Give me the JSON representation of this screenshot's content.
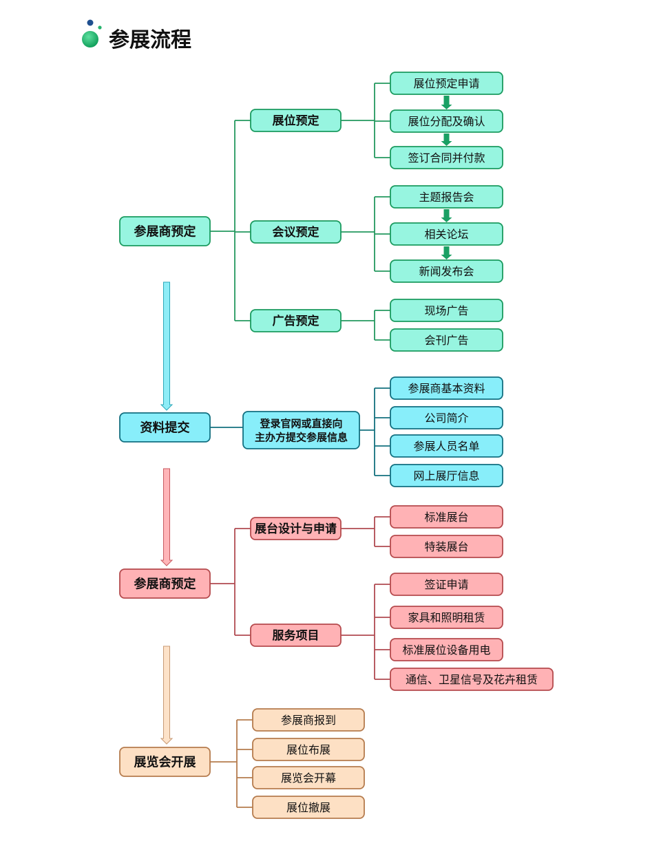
{
  "title": "参展流程",
  "colors": {
    "green": {
      "fill": "#97f5e0",
      "stroke": "#1a9a5e",
      "line": "#23985e",
      "arrow": "#1aa064"
    },
    "cyan": {
      "fill": "#88eefa",
      "stroke": "#126f80",
      "line": "#13707e",
      "arrow_fill": "#8eedf7",
      "arrow_stroke": "#2aa7b9"
    },
    "red": {
      "fill": "#ffb2b5",
      "stroke": "#b54a4d",
      "line": "#b04a50",
      "arrow_fill": "#ffb5b8",
      "arrow_stroke": "#c85a60"
    },
    "peach": {
      "fill": "#fde0c4",
      "stroke": "#b57b4d",
      "line": "#b57b4d",
      "arrow_fill": "#fde2c8",
      "arrow_stroke": "#c89a74"
    }
  },
  "stages": [
    {
      "key": "booking",
      "theme": "green",
      "label": "参展商预定",
      "groups": [
        {
          "label": "展位预定",
          "sequential": true,
          "items": [
            "展位预定申请",
            "展位分配及确认",
            "签订合同并付款"
          ]
        },
        {
          "label": "会议预定",
          "sequential": true,
          "items": [
            "主题报告会",
            "相关论坛",
            "新闻发布会"
          ]
        },
        {
          "label": "广告预定",
          "sequential": false,
          "items": [
            "现场广告",
            "会刊广告"
          ]
        }
      ]
    },
    {
      "key": "materials",
      "theme": "cyan",
      "label": "资料提交",
      "groups": [
        {
          "label": "登录官网或直接向\n主办方提交参展信息",
          "sequential": false,
          "items": [
            "参展商基本资料",
            "公司简介",
            "参展人员名单",
            "网上展厅信息"
          ]
        }
      ]
    },
    {
      "key": "design",
      "theme": "red",
      "label": "参展商预定",
      "groups": [
        {
          "label": "展台设计与申请",
          "sequential": false,
          "items": [
            "标准展台",
            "特装展台"
          ]
        },
        {
          "label": "服务项目",
          "sequential": false,
          "items": [
            "签证申请",
            "家具和照明租赁",
            "标准展位设备用电",
            "通信、卫星信号及花卉租赁"
          ]
        }
      ]
    },
    {
      "key": "exhibition",
      "theme": "peach",
      "label": "展览会开展",
      "groups": [],
      "items": [
        "参展商报到",
        "展位布展",
        "展览会开幕",
        "展位撤展"
      ]
    }
  ]
}
